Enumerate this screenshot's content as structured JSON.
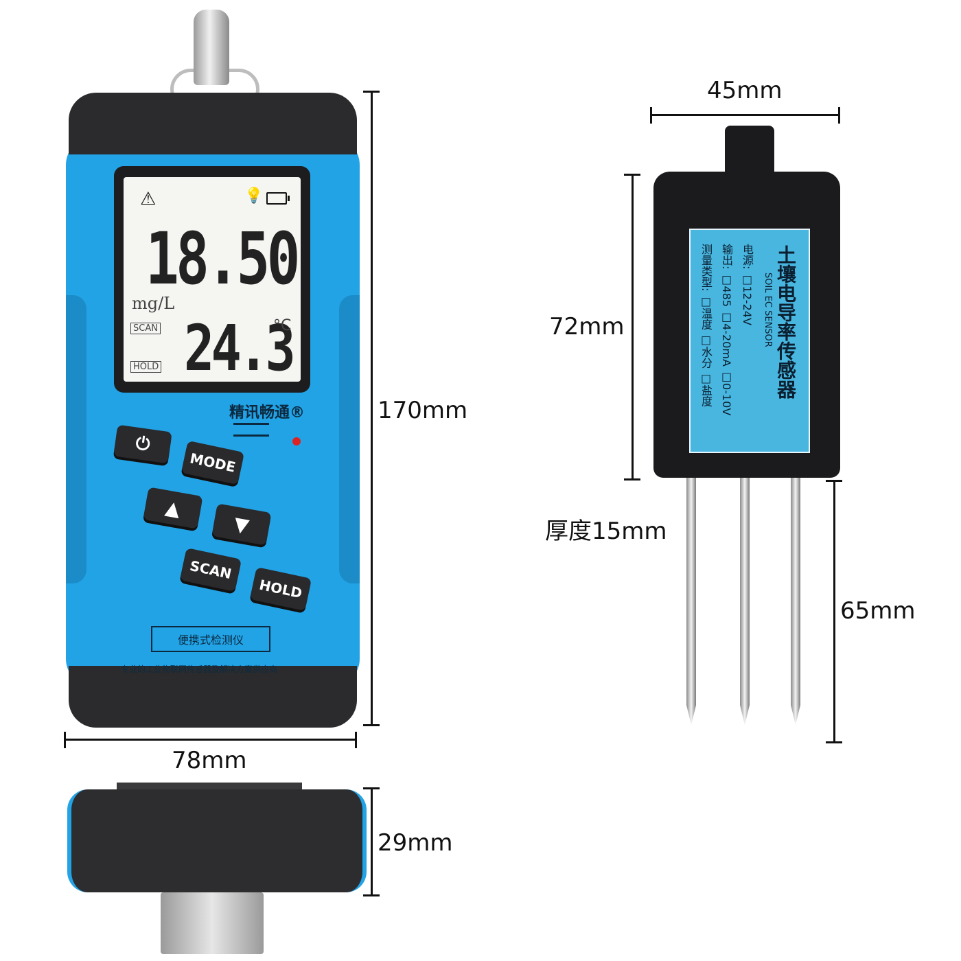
{
  "meter": {
    "lcd_reading": "18.50",
    "lcd_unit": "mg/L",
    "lcd_temperature": "24.3",
    "lcd_temp_unit": "°C",
    "lcd_tag_scan": "SCAN",
    "lcd_tag_hold": "HOLD",
    "brand": "精讯畅通®",
    "buttons": {
      "power": "⏻",
      "mode": "MODE",
      "up": "▲",
      "down": "▼",
      "scan": "SCAN",
      "hold": "HOLD"
    },
    "product_label": "便携式检测仪",
    "tagline": "专业的工业物联网传感器及解决方案供应商"
  },
  "sensor": {
    "title": "土壤电导率传感器",
    "subtitle": "SOIL EC SENSOR",
    "power_line": "电源: □12-24V",
    "output_line": "输出: □485 □4-20mA □0-10V",
    "type_line": "测量类型: □温度 □水分 □盐度"
  },
  "dimensions": {
    "meter_height": "170mm",
    "meter_width": "78mm",
    "meter_depth": "29mm",
    "sensor_width": "45mm",
    "sensor_body_height": "72mm",
    "sensor_thickness": "厚度15mm",
    "sensor_pin_length": "65mm"
  },
  "colors": {
    "meter_blue": "#22a3e6",
    "housing_black": "#2b2b2d",
    "sensor_label_blue": "#49b6e0"
  }
}
